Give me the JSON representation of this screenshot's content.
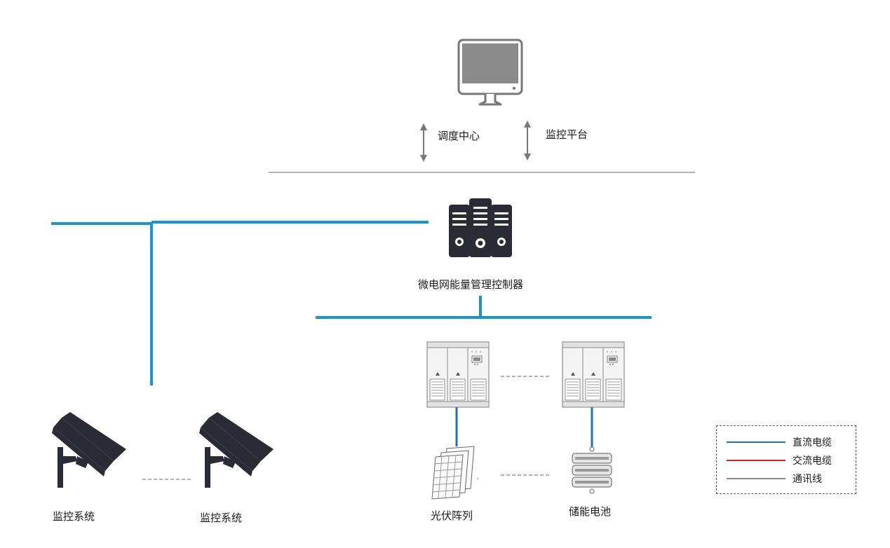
{
  "labels": {
    "dispatch_center": "调度中心",
    "monitor_platform": "监控平台",
    "controller": "微电网能量管理控制器",
    "camera_left": "监控系统",
    "camera_right": "监控系统",
    "pv_array": "光伏阵列",
    "battery": "储能电池"
  },
  "legend": [
    {
      "label": "直流电缆",
      "color": "#1c73b4"
    },
    {
      "label": "交流电缆",
      "color": "#c62828"
    },
    {
      "label": "通讯线",
      "color": "#8a8a8a"
    }
  ],
  "colors": {
    "bus_blue": "#1a93d1",
    "dc_cable": "#1c73b4",
    "divider_gray": "#9a9a9a",
    "icon_dark": "#2b2b35"
  }
}
